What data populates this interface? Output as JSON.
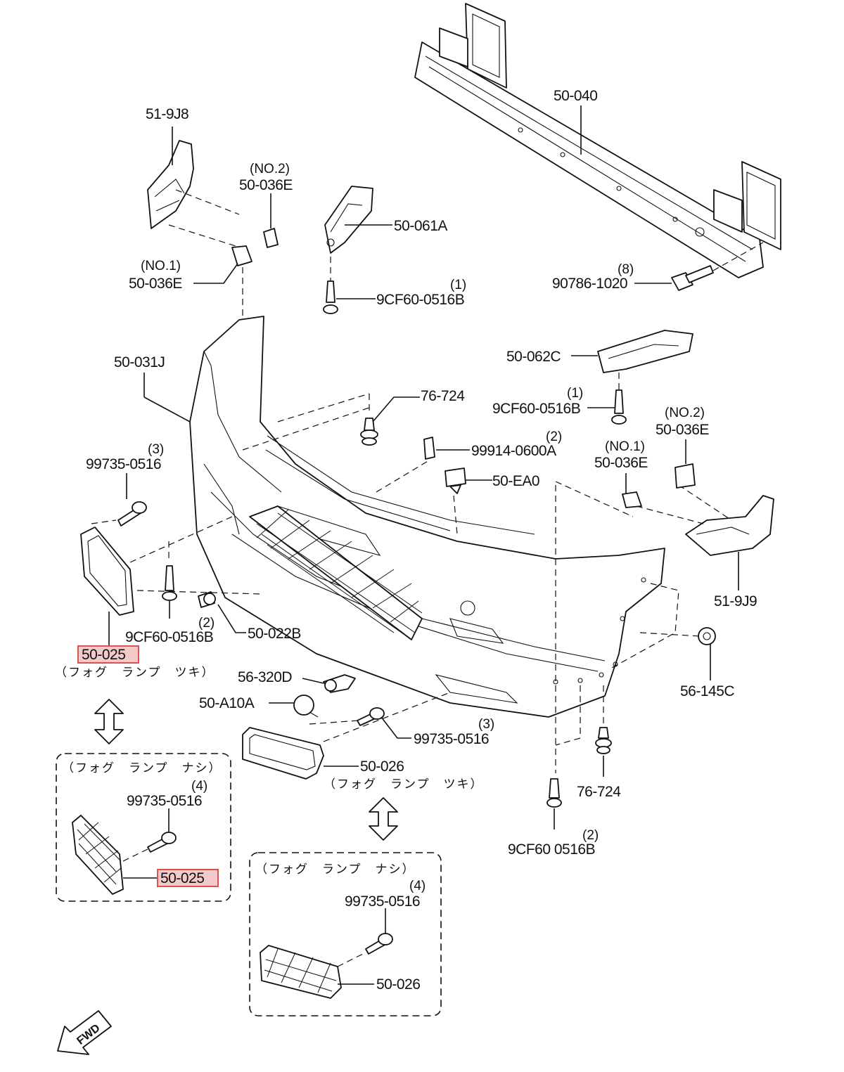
{
  "parts": {
    "p1": {
      "code": "50-040"
    },
    "p2": {
      "code": "51-9J8"
    },
    "p3": {
      "qty": "(NO.2)",
      "code": "50-036E"
    },
    "p4": {
      "code": "50-061A"
    },
    "p5": {
      "qty": "(NO.1)",
      "code": "50-036E"
    },
    "p6": {
      "qty": "(1)",
      "code": "9CF60-0516B"
    },
    "p7": {
      "qty": "(8)",
      "code": "90786-1020"
    },
    "p8": {
      "code": "50-031J"
    },
    "p9": {
      "code": "50-062C"
    },
    "p10": {
      "code": "76-724"
    },
    "p11": {
      "qty": "(1)",
      "code": "9CF60-0516B"
    },
    "p12": {
      "qty": "(2)",
      "code": "99914-0600A"
    },
    "p13": {
      "qty": "(NO.2)",
      "code": "50-036E"
    },
    "p14": {
      "qty": "(NO.1)",
      "code": "50-036E"
    },
    "p15": {
      "code": "50-EA0"
    },
    "p16": {
      "qty": "(3)",
      "code": "99735-0516"
    },
    "p17": {
      "code": "51-9J9"
    },
    "p18": {
      "qty": "(2)",
      "code": "9CF60-0516B"
    },
    "p19": {
      "code": "50-022B"
    },
    "p20": {
      "code": "50-025",
      "note": "（フォグ　ランプ　ツキ）"
    },
    "p21": {
      "code": "56-145C"
    },
    "p22": {
      "code": "56-320D"
    },
    "p23": {
      "code": "50-A10A"
    },
    "p24": {
      "qty": "(3)",
      "code": "99735-0516"
    },
    "p25": {
      "code": "50-026",
      "note": "（フォグ　ランプ　ツキ）"
    },
    "p26": {
      "code": "76-724"
    },
    "p27": {
      "qty": "(2)",
      "code": "9CF60 0516B"
    }
  },
  "box_left": {
    "title": "（フォグ　ランプ　ナシ）",
    "qty": "(4)",
    "bolt_code": "99735-0516",
    "part_code": "50-025"
  },
  "box_right": {
    "title": "（フォグ　ランプ　ナシ）",
    "qty": "(4)",
    "bolt_code": "99735-0516",
    "part_code": "50-026"
  },
  "fwd": "FWD",
  "colors": {
    "highlight_fill": "#f4c9c9",
    "highlight_border": "#d9534f",
    "line": "#111111"
  }
}
